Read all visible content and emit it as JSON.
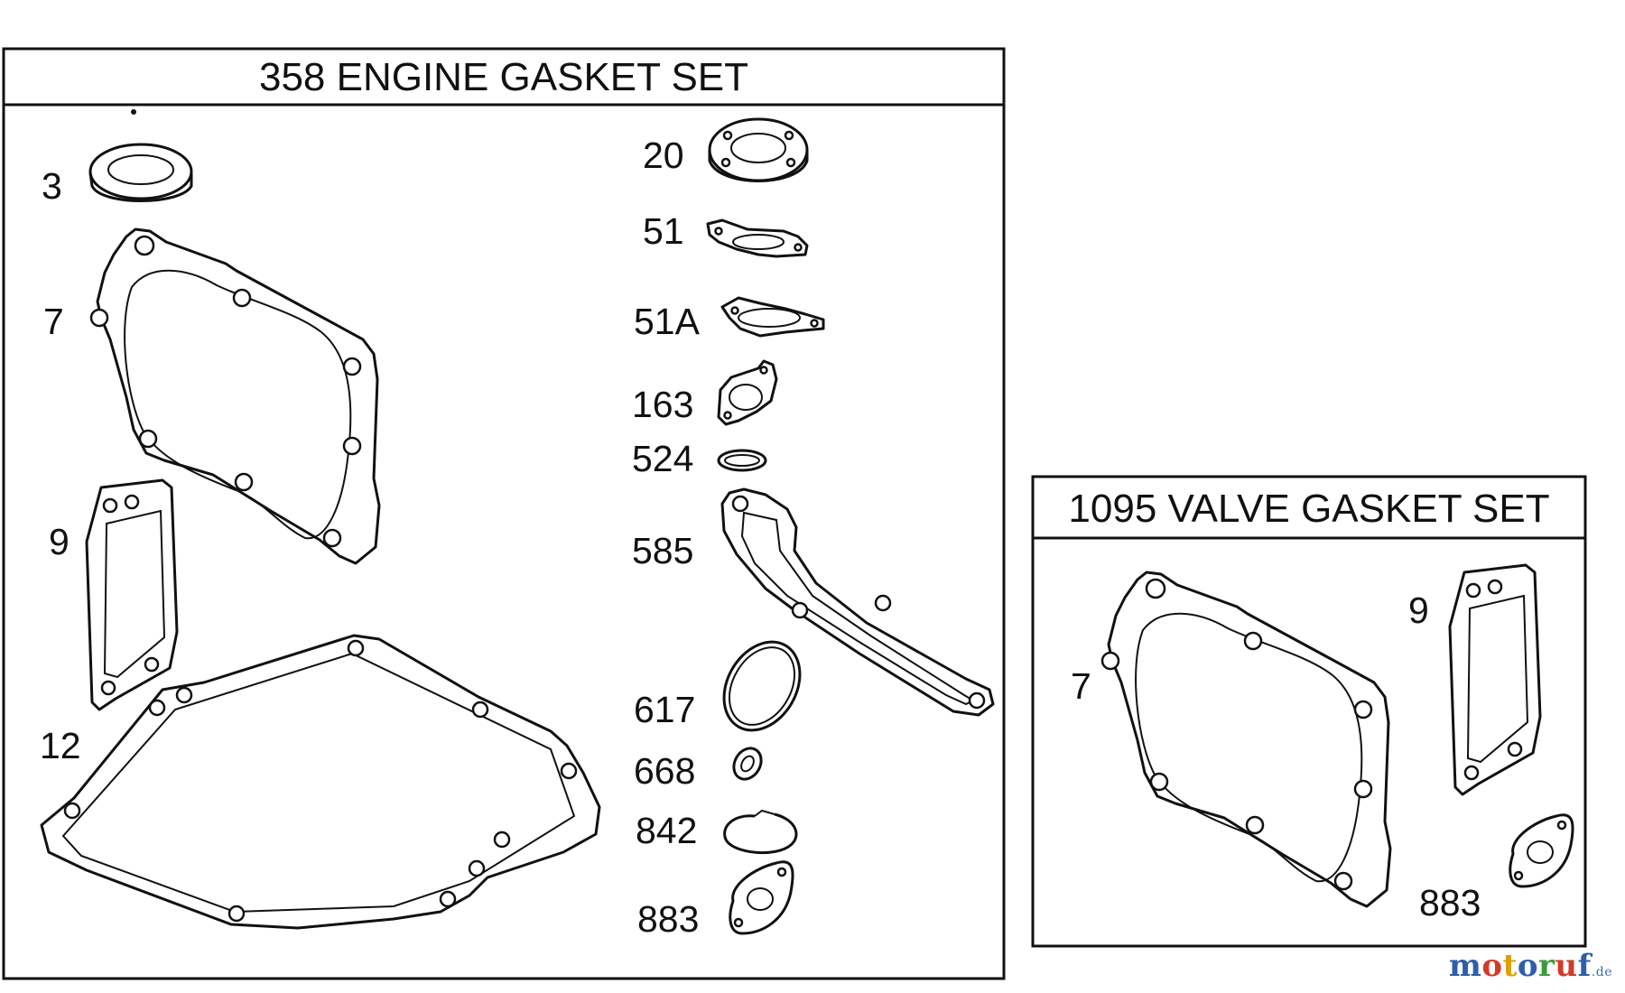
{
  "engine_set": {
    "title": "358 ENGINE GASKET SET",
    "labels": {
      "p3": "3",
      "p7": "7",
      "p9": "9",
      "p12": "12",
      "p20": "20",
      "p51": "51",
      "p51a": "51A",
      "p163": "163",
      "p524": "524",
      "p585": "585",
      "p617": "617",
      "p668": "668",
      "p842": "842",
      "p883": "883"
    }
  },
  "valve_set": {
    "title": "1095 VALVE GASKET SET",
    "labels": {
      "p7": "7",
      "p9": "9",
      "p883": "883"
    }
  },
  "watermark": {
    "letters": [
      "m",
      "o",
      "t",
      "o",
      "r",
      "u",
      "f"
    ],
    "colors": [
      "#2f5fa8",
      "#d23a2a",
      "#e0a000",
      "#2f5fa8",
      "#3c9a3c",
      "#d23a2a",
      "#2f5fa8"
    ],
    "suffix": ".de"
  }
}
